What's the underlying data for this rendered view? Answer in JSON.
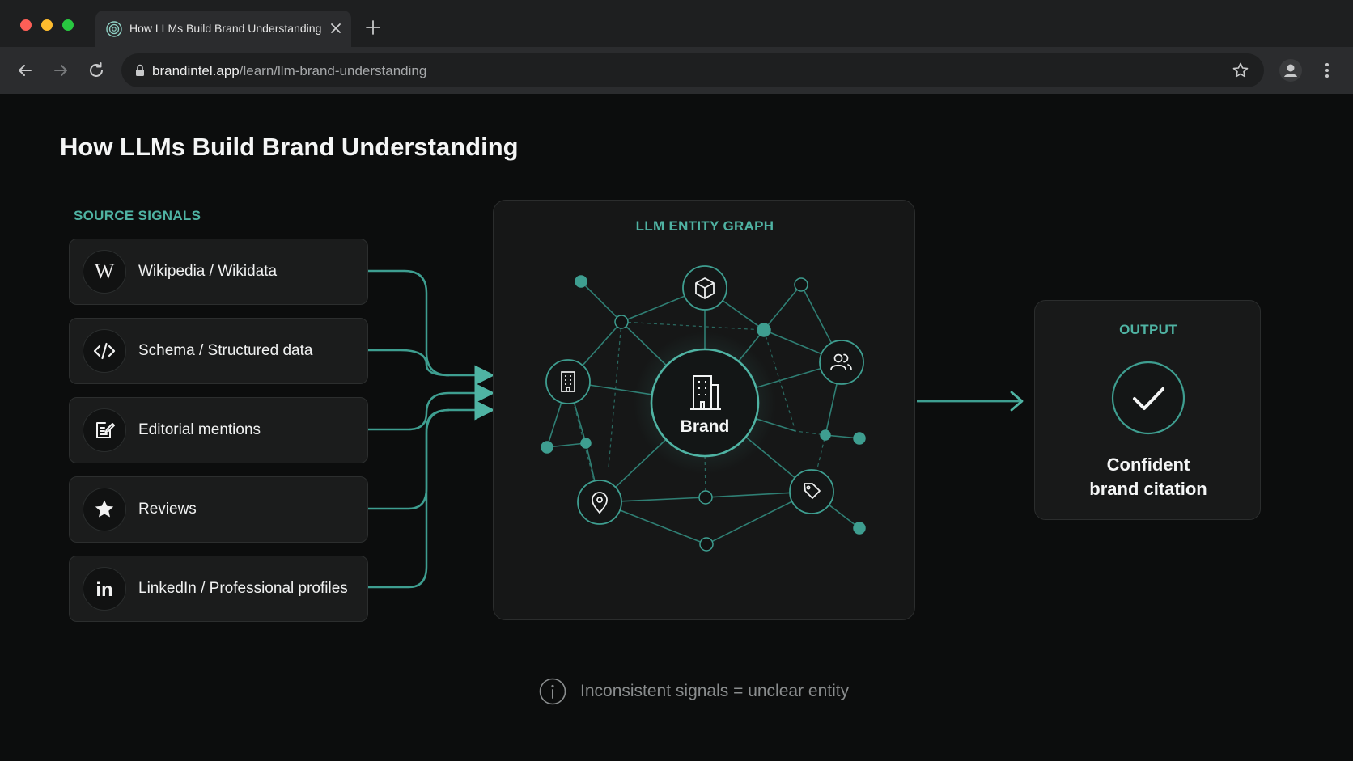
{
  "browser": {
    "tab_title": "How LLMs Build Brand Understanding",
    "url_host": "brandintel.app",
    "url_path": "/learn/llm-brand-understanding"
  },
  "page": {
    "title": "How LLMs Build Brand Understanding",
    "source_section_label": "SOURCE SIGNALS",
    "sources": [
      {
        "label": "Wikipedia / Wikidata",
        "icon": "wikipedia-icon"
      },
      {
        "label": "Schema / Structured data",
        "icon": "code-icon"
      },
      {
        "label": "Editorial mentions",
        "icon": "edit-document-icon"
      },
      {
        "label": "Reviews",
        "icon": "star-icon"
      },
      {
        "label": "LinkedIn / Professional profiles",
        "icon": "linkedin-icon"
      }
    ],
    "graph": {
      "label": "LLM ENTITY GRAPH",
      "center_label": "Brand",
      "center_icon": "building-icon",
      "satellite_icons": [
        "cube-icon",
        "users-icon",
        "building-icon",
        "location-pin-icon",
        "tag-icon"
      ]
    },
    "output": {
      "label": "OUTPUT",
      "icon": "checkmark-icon",
      "line1": "Confident",
      "line2": "brand citation"
    },
    "footnote": "Inconsistent signals = unclear entity"
  },
  "colors": {
    "accent": "#4fb3a3",
    "background": "#0c0d0d",
    "card": "#1b1c1c"
  }
}
